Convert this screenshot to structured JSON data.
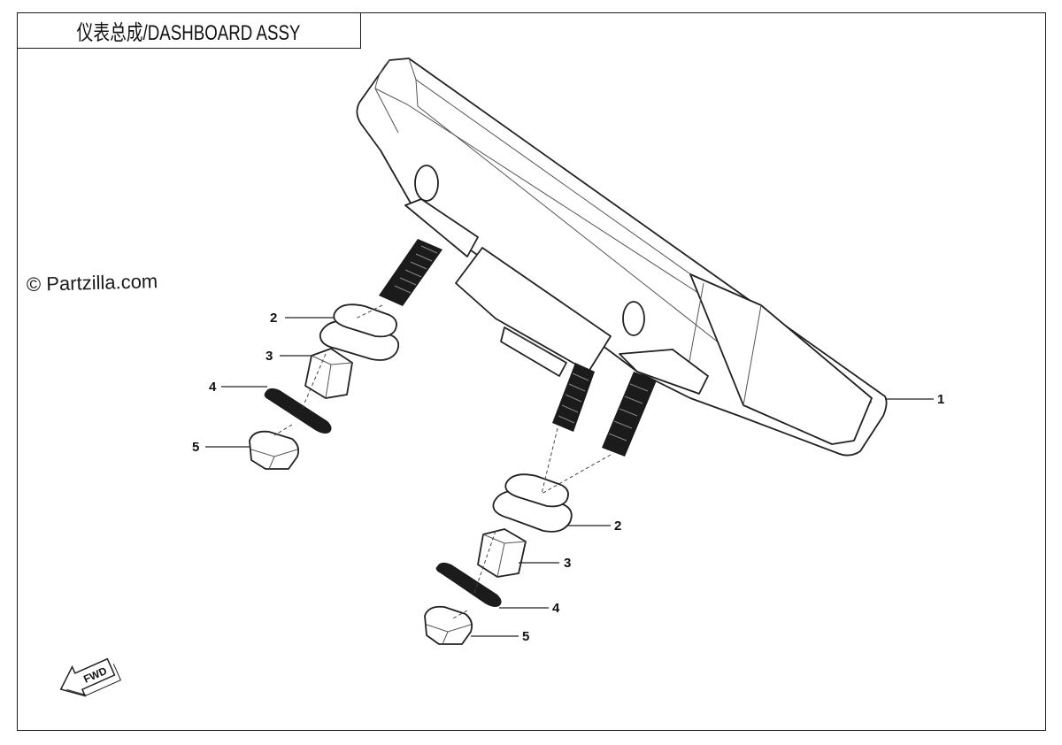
{
  "title": "仪表总成/DASHBOARD ASSY",
  "watermark": "© Partzilla.com",
  "fwd_label": "FWD",
  "callouts": [
    {
      "id": "c1",
      "label": "1"
    },
    {
      "id": "c2a",
      "label": "2"
    },
    {
      "id": "c3a",
      "label": "3"
    },
    {
      "id": "c4a",
      "label": "4"
    },
    {
      "id": "c5a",
      "label": "5"
    },
    {
      "id": "c2b",
      "label": "2"
    },
    {
      "id": "c3b",
      "label": "3"
    },
    {
      "id": "c4b",
      "label": "4"
    },
    {
      "id": "c5b",
      "label": "5"
    }
  ]
}
